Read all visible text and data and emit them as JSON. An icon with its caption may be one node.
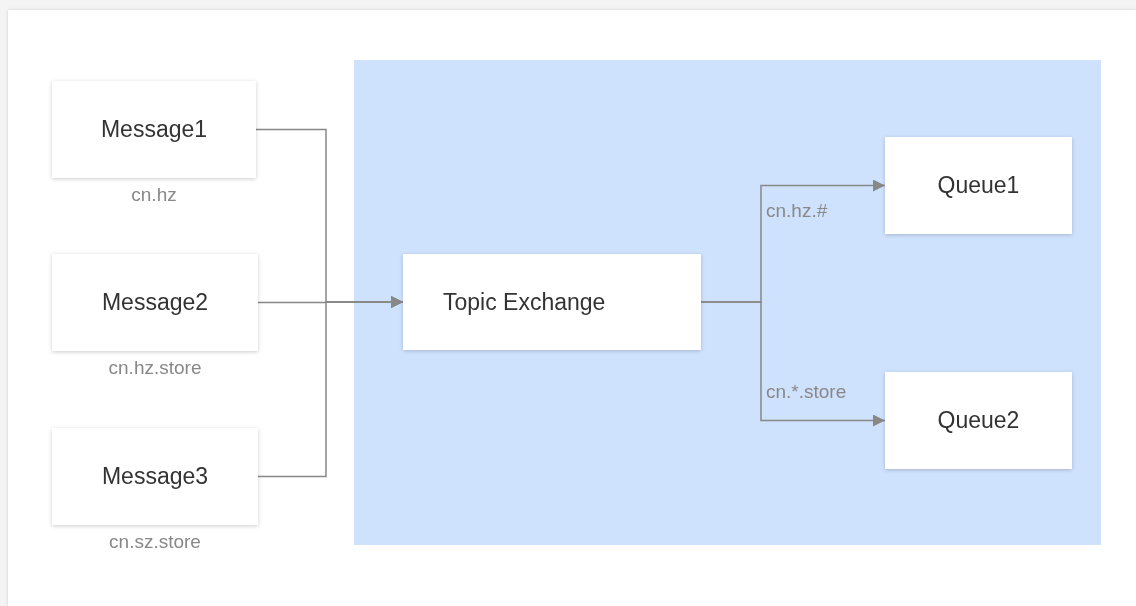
{
  "diagram": {
    "nodes": [
      {
        "text": [],
        "shape": "box"
      },
      {
        "text": [
          "Message1"
        ],
        "beside": [
          "cn.hz"
        ]
      },
      {
        "text": [
          "Message2"
        ],
        "beside": [
          "cn.hz.store"
        ]
      },
      {
        "text": [
          "Message3"
        ],
        "beside": [
          "cn.sz.store"
        ]
      },
      {
        "text": [
          "Topic Exchange"
        ],
        "in": 0
      },
      {
        "text": [
          "Queue1"
        ],
        "in": 0
      },
      {
        "text": [
          "Queue2"
        ],
        "in": 0
      }
    ],
    "edges": [
      {
        "from": 1,
        "to": 4,
        "arrow": "to"
      },
      {
        "from": 2,
        "to": 4,
        "arrow": "to"
      },
      {
        "from": 3,
        "to": 4,
        "arrow": "to"
      },
      {
        "from": 4,
        "to": 5,
        "arrow": "to",
        "label": "cn.hz.#"
      },
      {
        "from": 4,
        "to": 6,
        "arrow": "to",
        "label": "cn.*.store"
      }
    ]
  }
}
